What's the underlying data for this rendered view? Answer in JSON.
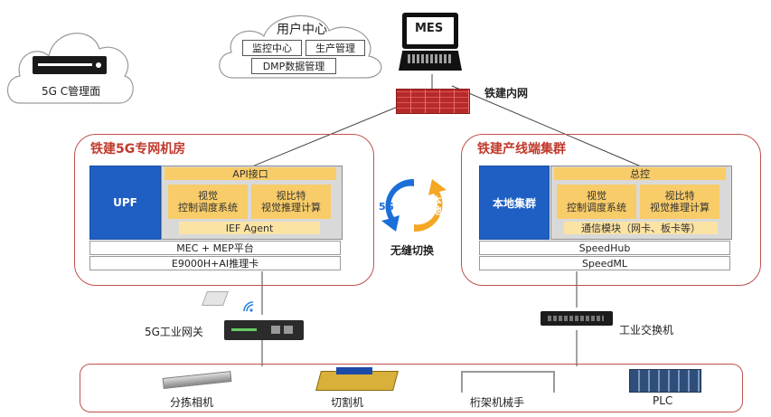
{
  "cloud_mgmt": {
    "label": "5G C管理面"
  },
  "cloud_user": {
    "title": "用户中心",
    "items": [
      "监控中心",
      "生产管理",
      "DMP数据管理"
    ]
  },
  "mes": {
    "label": "MES"
  },
  "firewall": {
    "label": "铁建内网"
  },
  "zone_left": {
    "title": "铁建5G专网机房",
    "upf": "UPF",
    "api": "API接口",
    "card1": "视觉\n控制调度系统",
    "card2": "视比特\n视觉推理计算",
    "agent": "IEF Agent",
    "bar1": "MEC + MEP平台",
    "bar2": "E9000H+AI推理卡"
  },
  "zone_right": {
    "title": "铁建产线端集群",
    "local": "本地集群",
    "top": "总控",
    "card1": "视觉\n控制调度系统",
    "card2": "视比特\n视觉推理计算",
    "comm": "通信模块（网卡、板卡等）",
    "bar1": "SpeedHub",
    "bar2": "SpeedML"
  },
  "switchover": {
    "left": "5G",
    "right": "本地",
    "caption": "无缝切换"
  },
  "gateway": {
    "label": "5G工业网关"
  },
  "switch": {
    "label": "工业交换机"
  },
  "devices": [
    "分拣相机",
    "切割机",
    "桁架机械手",
    "PLC"
  ],
  "colors": {
    "zone_border": "#c0504d",
    "title_red": "#c0392b",
    "blue": "#1f5fc4",
    "yellow": "#f8cc68",
    "orange": "#f5a623"
  }
}
